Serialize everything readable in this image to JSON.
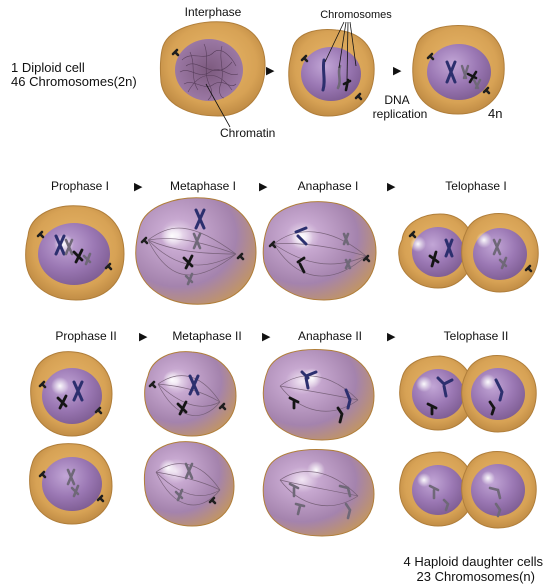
{
  "top": {
    "interphase": "Interphase",
    "chromosomes": "Chromosomes",
    "chromatin": "Chromatin",
    "dna": "DNA",
    "replication": "replication",
    "four_n": "4n",
    "diploid_line1": "1 Diploid cell",
    "diploid_line2": "46 Chromosomes(2n)"
  },
  "meiosis1": {
    "stages": [
      "Prophase I",
      "Metaphase I",
      "Anaphase I",
      "Telophase I"
    ]
  },
  "meiosis2": {
    "stages": [
      "Prophase II",
      "Metaphase II",
      "Anaphase II",
      "Telophase II"
    ]
  },
  "result": {
    "line1": "4 Haploid daughter cells",
    "line2": "23 Chromosomes(n)"
  },
  "colors": {
    "cell_outer": "#d4a354",
    "cell_outer_edge": "#b07e3a",
    "nucleus": "#9e7bb0",
    "chromosome_blue": "#2c2f6e",
    "chromosome_black": "#151515",
    "chromosome_grey": "#6f6878",
    "spindle": "#6f5a70"
  }
}
